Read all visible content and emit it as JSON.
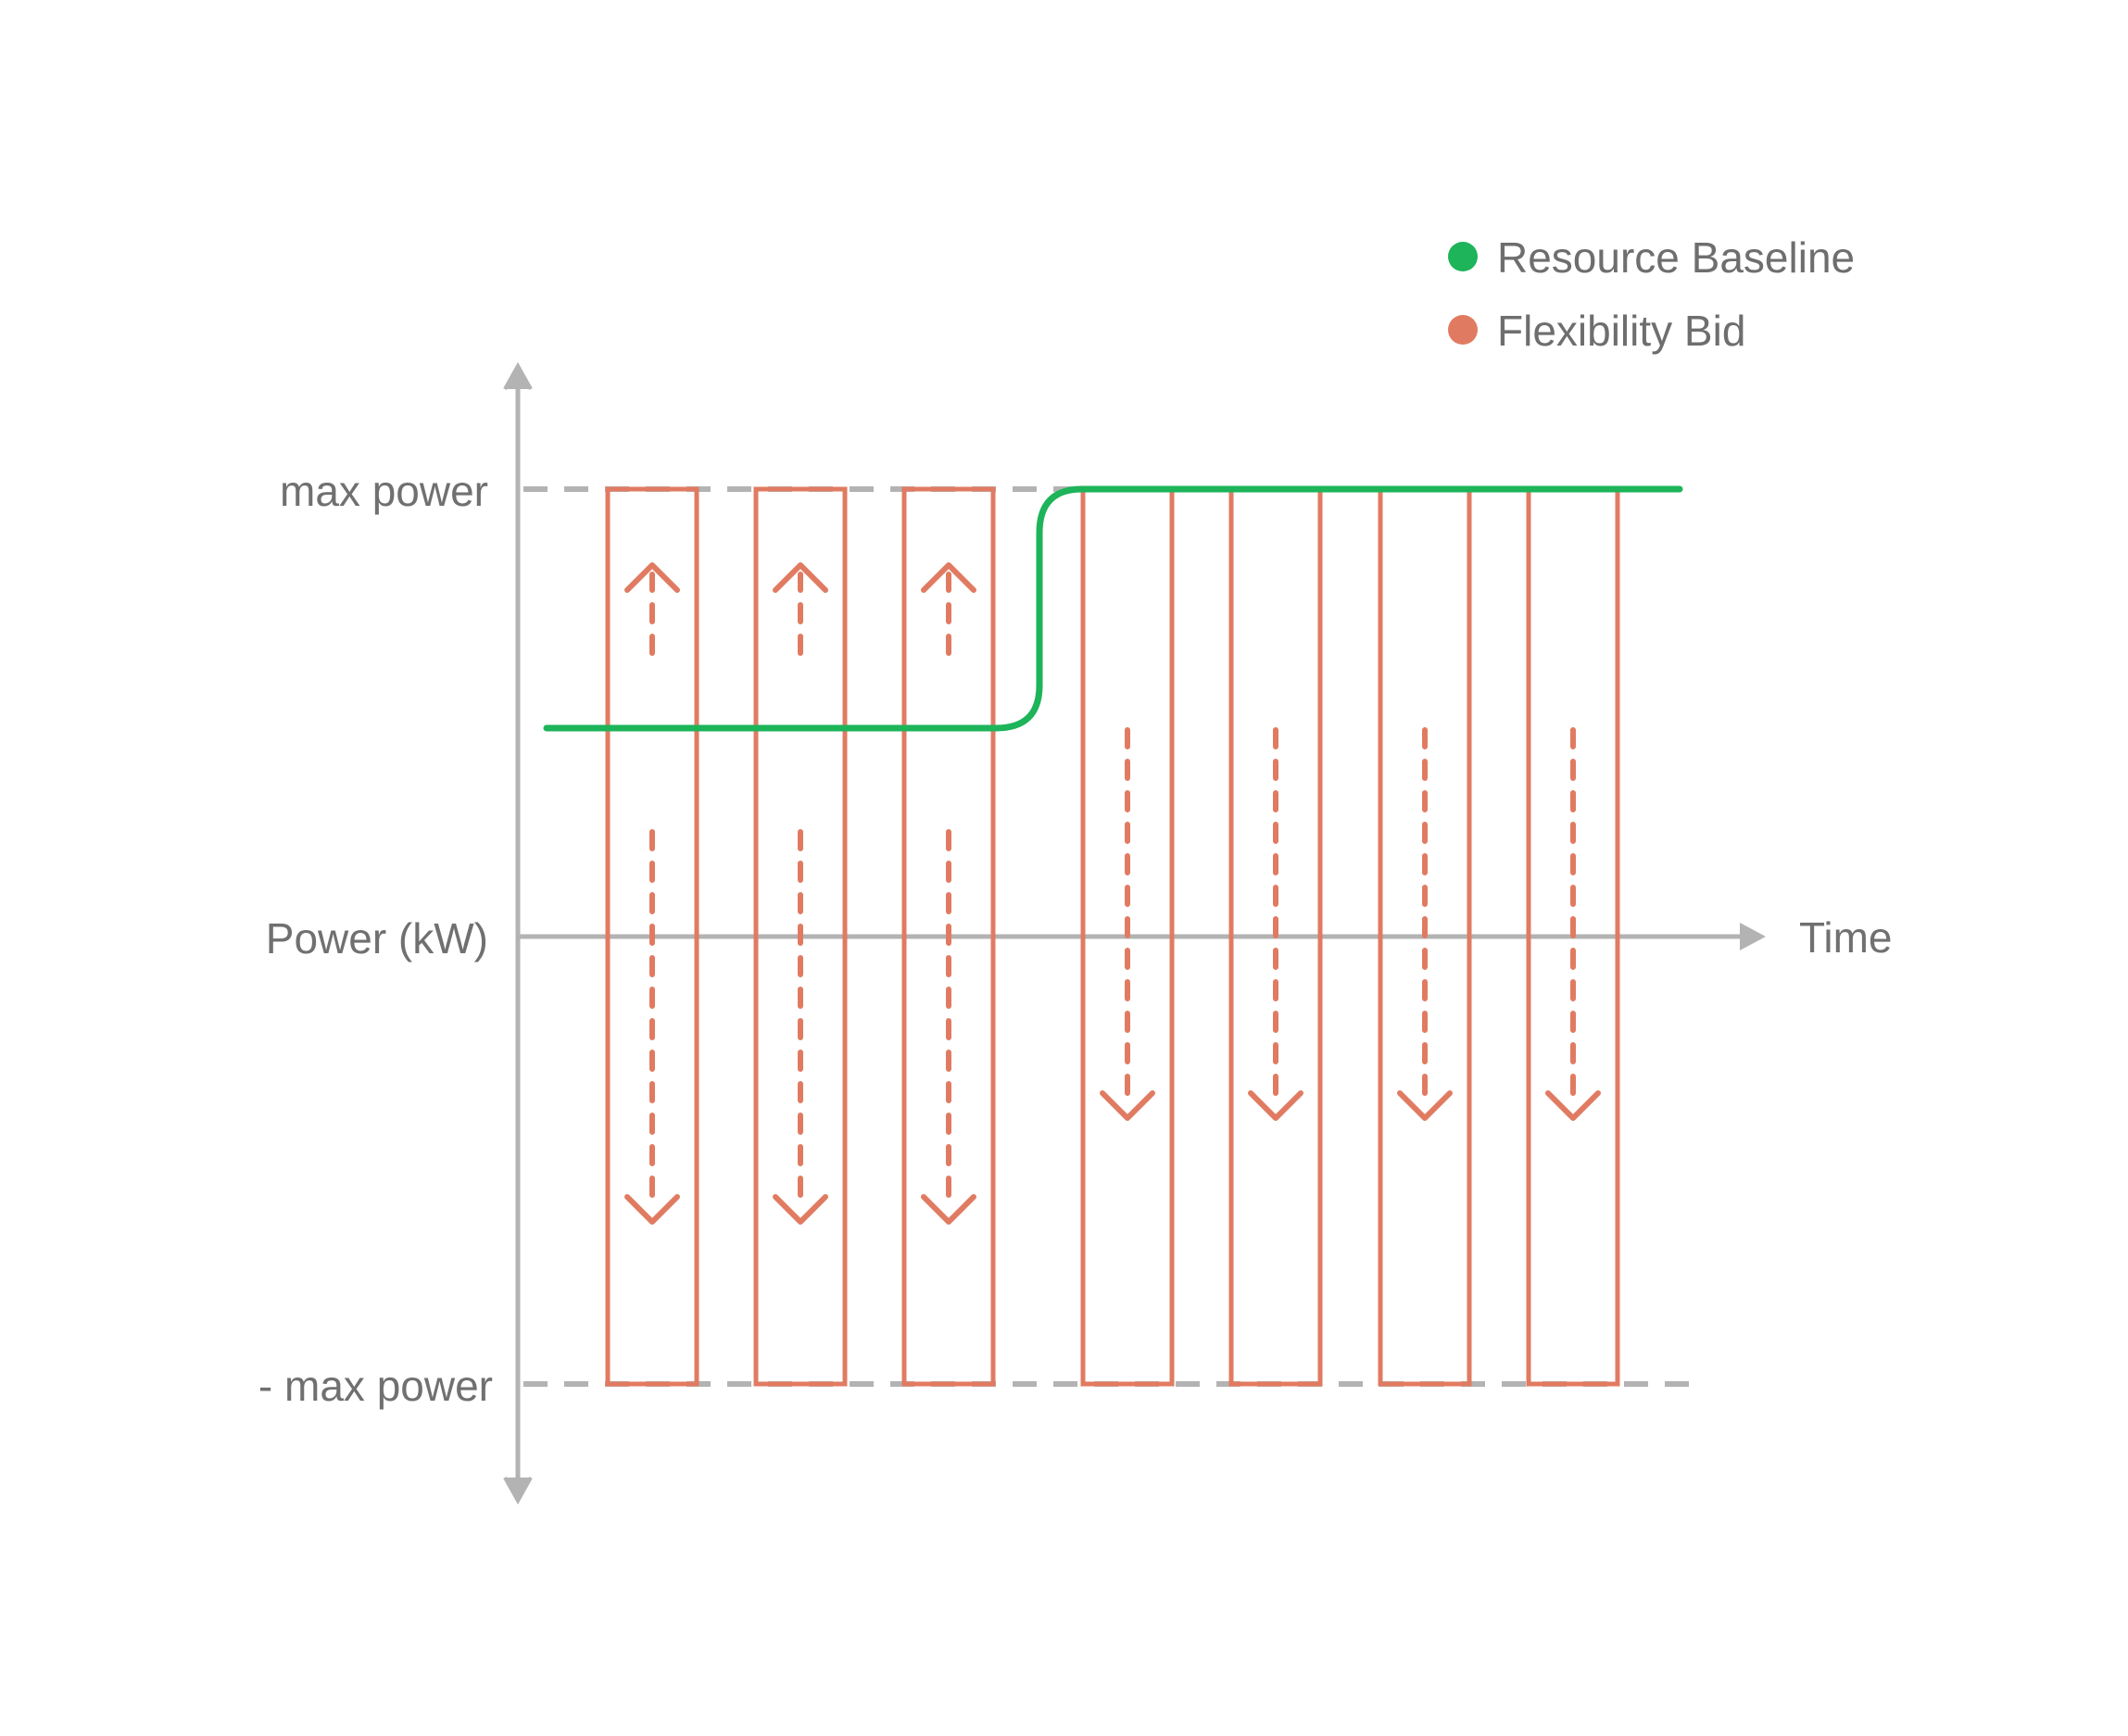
{
  "diagram": {
    "legend": [
      {
        "label": "Resource Baseline",
        "color": "#1db45a"
      },
      {
        "label": "Flexibility Bid",
        "color": "#e07b62"
      }
    ],
    "y_axis_label": "Power (kW)",
    "x_axis_label": "Time",
    "levels": {
      "max": "max power",
      "min": "- max power"
    },
    "colors": {
      "axis": "#b3b3b3",
      "baseline": "#1db45a",
      "bid": "#e07b62",
      "text": "#707070"
    },
    "bids": [
      {
        "direction": "up-down",
        "baseline_level": "mid"
      },
      {
        "direction": "up-down",
        "baseline_level": "mid"
      },
      {
        "direction": "up-down",
        "baseline_level": "mid"
      },
      {
        "direction": "down",
        "baseline_level": "max"
      },
      {
        "direction": "down",
        "baseline_level": "max"
      },
      {
        "direction": "down",
        "baseline_level": "max"
      },
      {
        "direction": "down",
        "baseline_level": "max"
      }
    ]
  }
}
